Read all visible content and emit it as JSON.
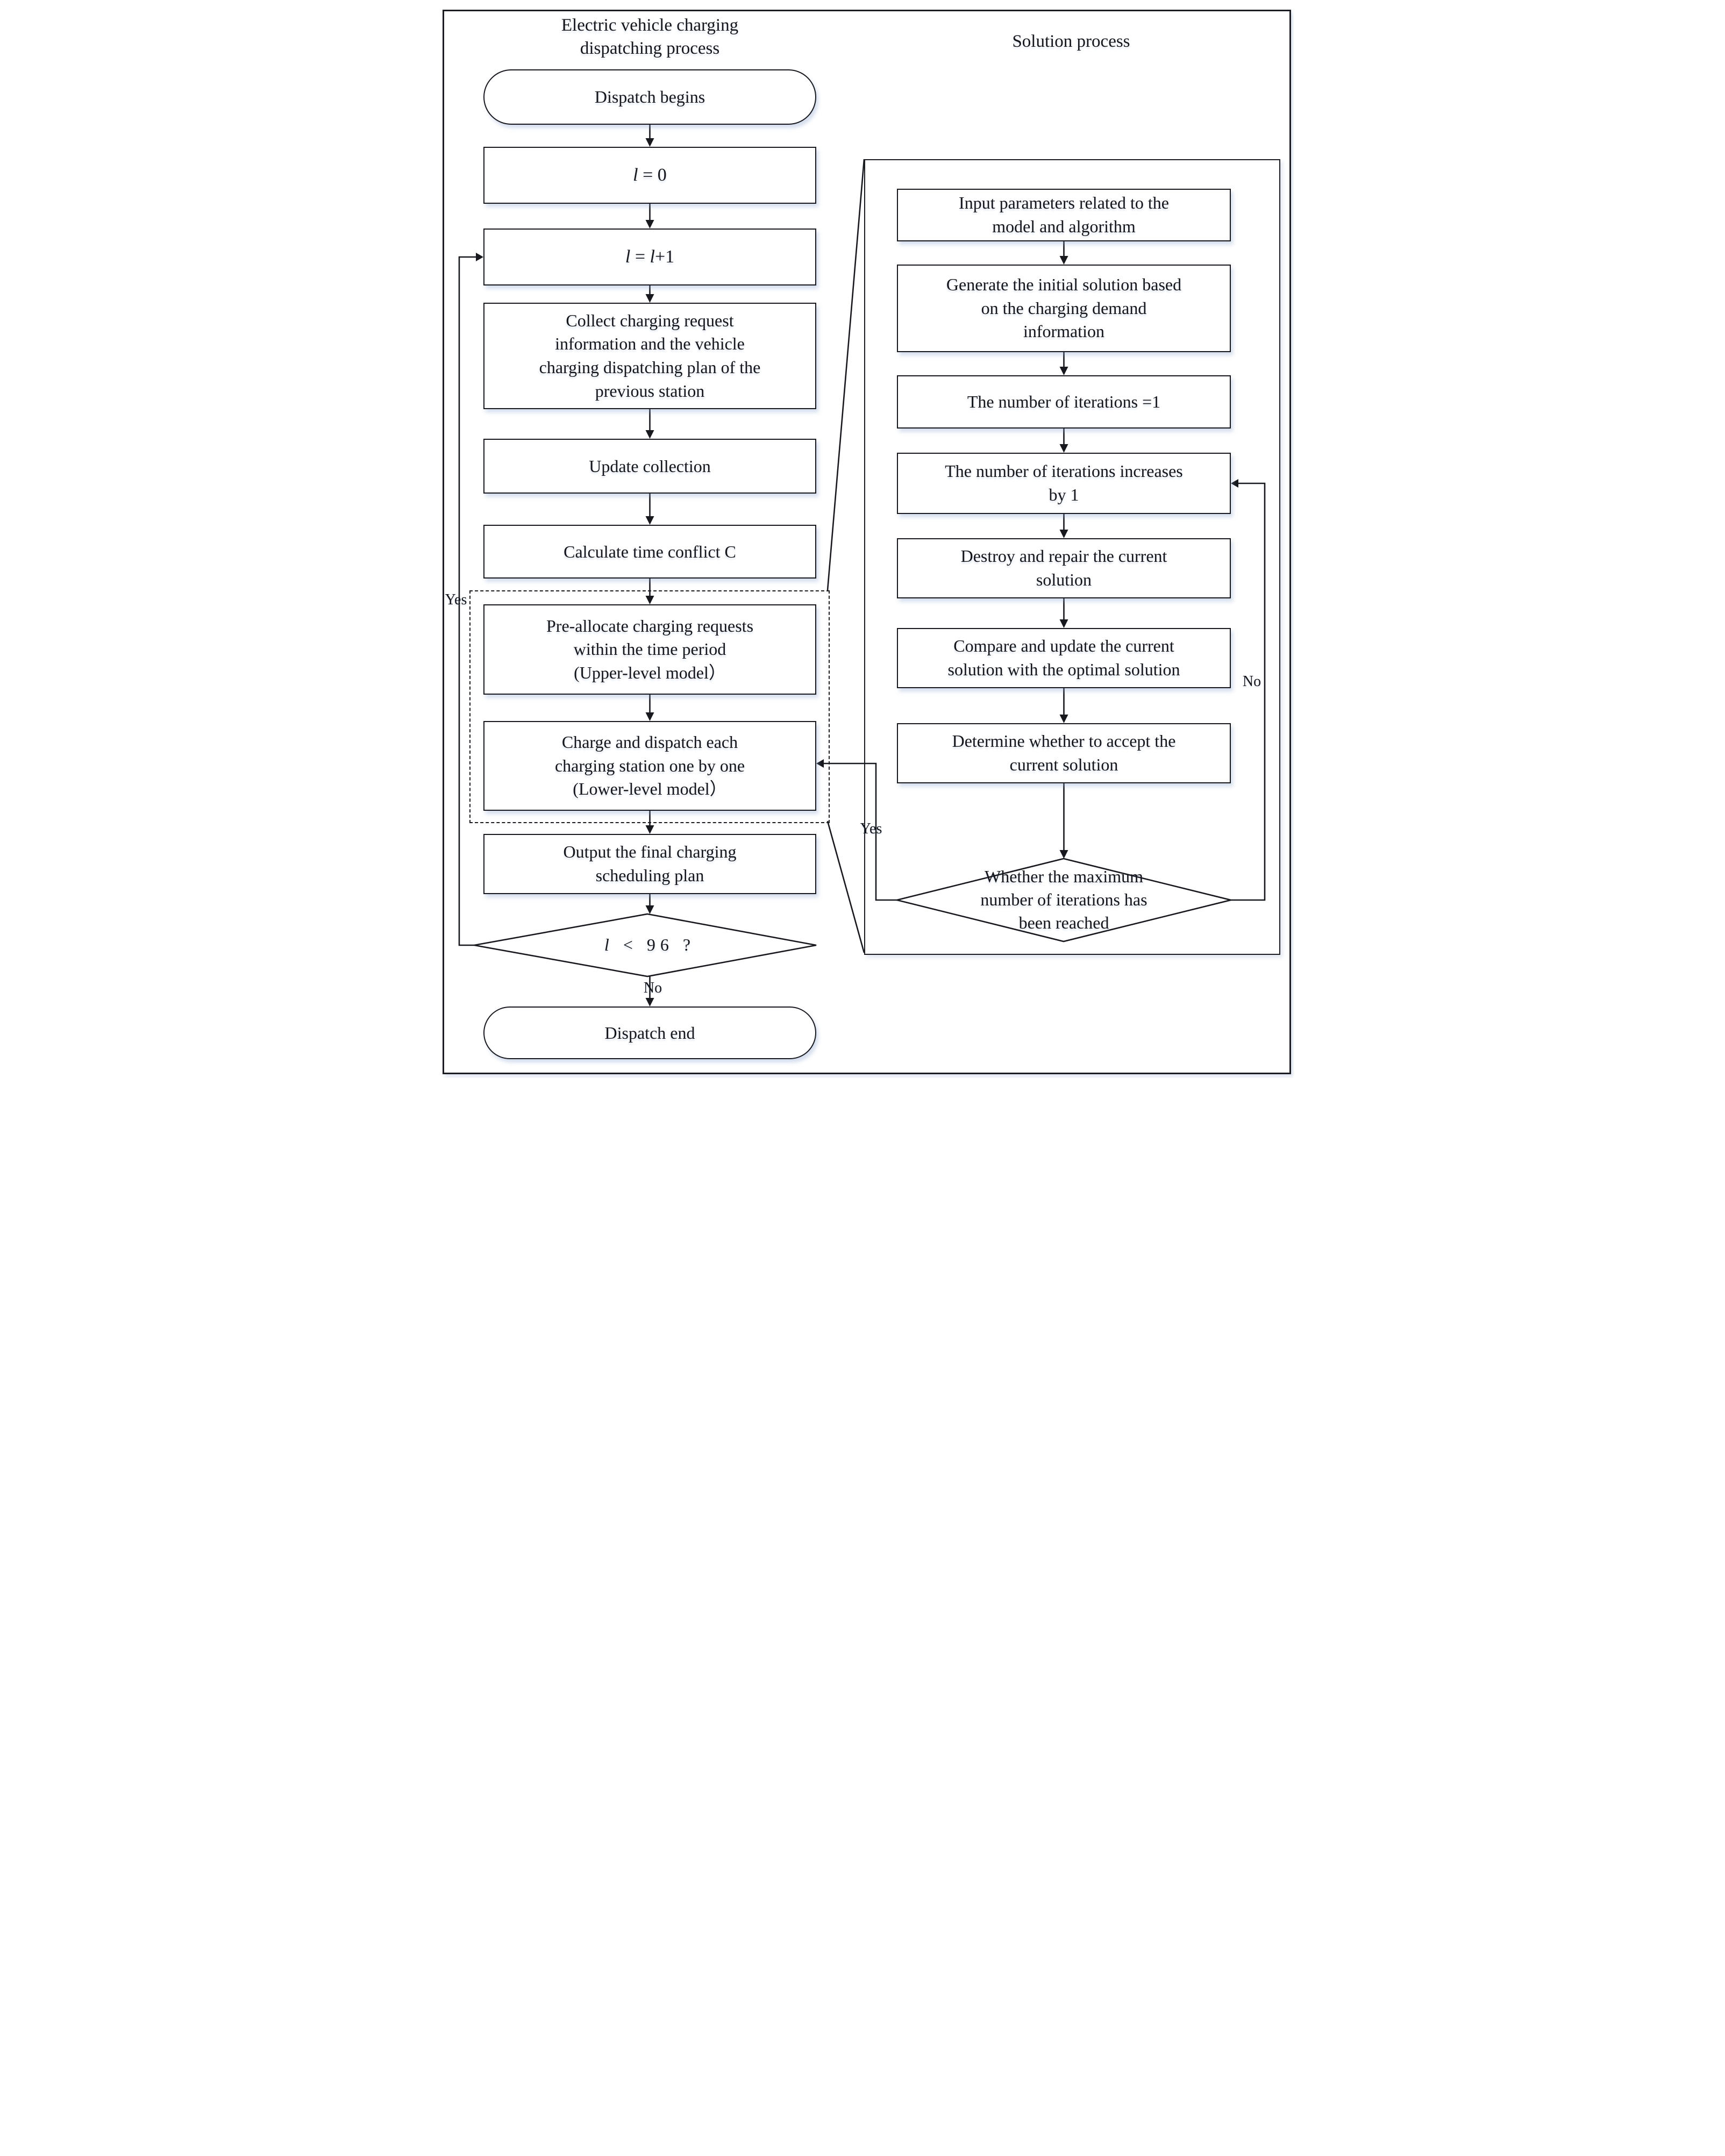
{
  "colors": {
    "ink": "#17191f",
    "paper": "#ffffff",
    "shadow_tint": "rgba(135,160,205,0.3)"
  },
  "left_flow": {
    "title_lines": [
      "Electric vehicle charging",
      "dispatching process"
    ],
    "start": "Dispatch begins",
    "init_counter": {
      "var": "l",
      "rest": " = 0"
    },
    "inc_counter": {
      "var1": "l",
      "mid": " = ",
      "var2": "l",
      "rest": "+1"
    },
    "collect_lines": [
      "Collect charging request",
      "information and the vehicle",
      "charging dispatching plan of the",
      "previous station"
    ],
    "update": "Update collection",
    "calculate": "Calculate time conflict C",
    "preallocate_lines": [
      "Pre-allocate charging requests",
      "within the time period",
      "(Upper-level model）"
    ],
    "charge_lines": [
      "Charge and dispatch each",
      "charging station one by one",
      "(Lower-level model）"
    ],
    "output_lines": [
      "Output the final charging",
      "scheduling plan"
    ],
    "decision": {
      "var": "l",
      "rest": "< 96 ?"
    },
    "no": "No",
    "yes": "Yes",
    "end": "Dispatch end"
  },
  "solution_flow": {
    "title": "Solution process",
    "input_lines": [
      "Input parameters related to the",
      "model and algorithm"
    ],
    "generate_lines": [
      "Generate the initial solution based",
      "on the charging demand",
      "information"
    ],
    "iter_init": "The number of iterations =1",
    "iter_inc_lines": [
      "The number of iterations increases",
      "by 1"
    ],
    "destroy_lines": [
      "Destroy and repair the current",
      "solution"
    ],
    "compare_lines": [
      "Compare and update the current",
      "solution with the optimal solution"
    ],
    "accept_lines": [
      "Determine whether to accept the",
      "current solution"
    ],
    "decision_lines": [
      "Whether the maximum",
      "number of iterations has",
      "been reached"
    ],
    "no": "No",
    "yes": "Yes"
  }
}
